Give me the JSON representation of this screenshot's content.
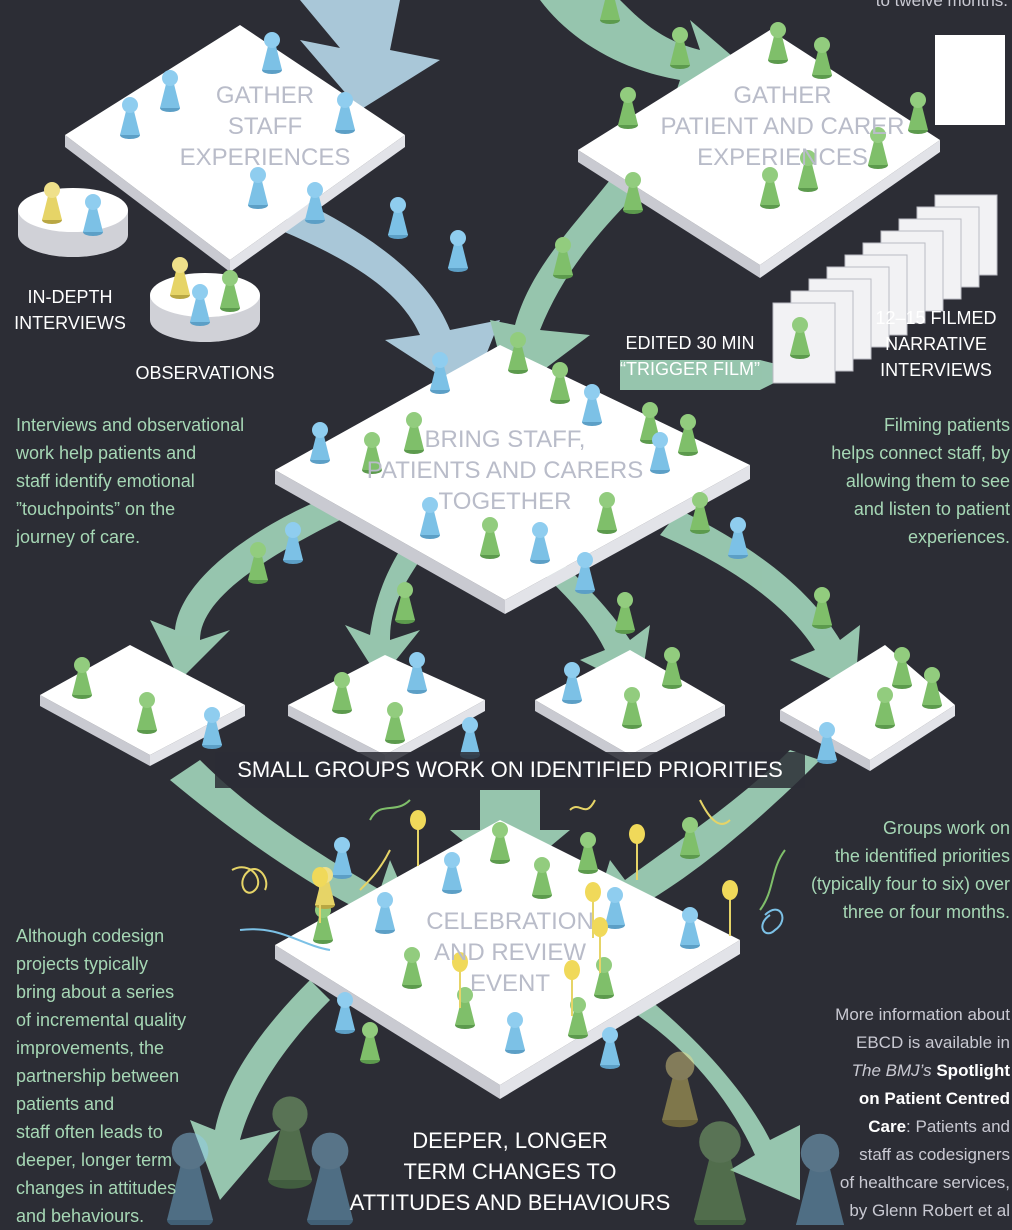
{
  "header_fragment": "to twelve months.",
  "platforms": {
    "gather_staff": [
      "GATHER",
      "STAFF",
      "EXPERIENCES"
    ],
    "gather_patient": [
      "GATHER",
      "PATIENT AND CARER",
      "EXPERIENCES"
    ],
    "bring_together": [
      "BRING STAFF,",
      "PATIENTS AND CARERS",
      "TOGETHER"
    ],
    "celebration": [
      "CELEBRATION",
      "AND REVIEW",
      "EVENT"
    ]
  },
  "labels": {
    "in_depth": [
      "IN-DEPTH",
      "INTERVIEWS"
    ],
    "observations": "OBSERVATIONS",
    "edited_film": [
      "EDITED 30 MIN",
      "“TRIGGER FILM”"
    ],
    "filmed_interviews": [
      "12–15 FILMED",
      "NARRATIVE",
      "INTERVIEWS"
    ],
    "small_groups": "SMALL GROUPS WORK ON IDENTIFIED PRIORITIES",
    "deeper": [
      "DEEPER, LONGER",
      "TERM CHANGES TO",
      "ATTITUDES AND BEHAVIOURS"
    ]
  },
  "notes": {
    "interviews_note": [
      "Interviews and observational",
      "work help patients and",
      "staff  identify emotional",
      "”touchpoints” on the",
      "journey of care."
    ],
    "filming_note": [
      "Filming patients",
      "helps connect staff, by",
      "allowing them to see",
      "and listen to patient",
      "experiences."
    ],
    "groups_note": [
      "Groups work on",
      "the identified priorities",
      "(typically four to six) over",
      "three or four months."
    ],
    "codesign_note": [
      "Although codesign",
      "projects typically",
      "bring about a series",
      "of incremental quality",
      "improvements, the",
      "partnership between",
      "patients and",
      "staff often leads to",
      "deeper, longer term",
      "changes in attitudes",
      "and behaviours."
    ]
  },
  "more_info": {
    "line1": "More information about",
    "line2": "EBCD is available in",
    "journal": "The BMJ’s",
    "spotlight1": "Spotlight",
    "spotlight2": "on Patient Centred",
    "spotlight3": "Care",
    "rest1": ": Patients and",
    "rest2": "staff as codesigners",
    "rest3": "of healthcare services,",
    "rest4": "by Glenn Robert et al"
  },
  "colors": {
    "background": "#2c2d35",
    "arrow_green": "#a9e0c3",
    "arrow_blue": "#bfe3f5",
    "platform_top": "#ffffff",
    "platform_side": "#d8d9de",
    "staff_piece": "#7cc1e6",
    "patient_piece": "#7fbf6a",
    "carer_piece": "#e6d467"
  }
}
